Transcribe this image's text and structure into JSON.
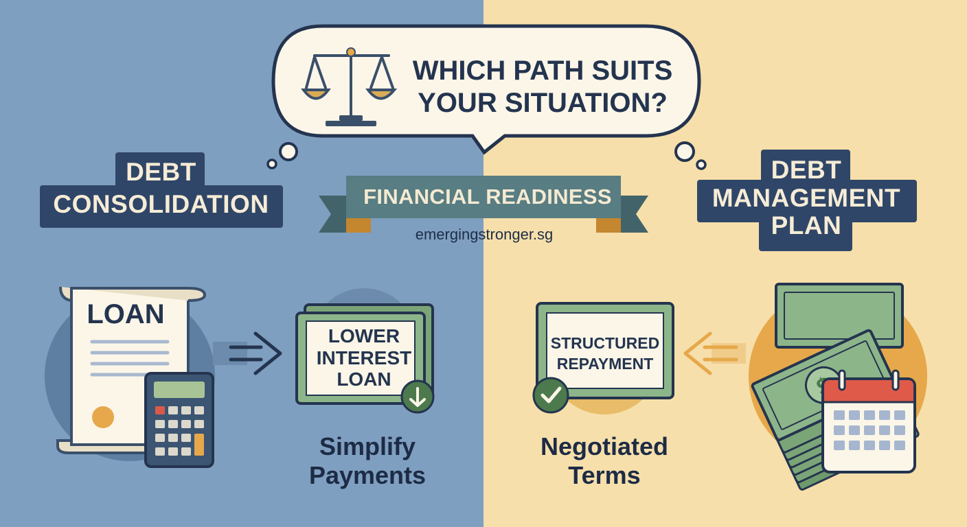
{
  "question": {
    "line1": "WHICH PATH SUITS",
    "line2": "YOUR SITUATION?",
    "icon": "balance-scale-icon"
  },
  "left_option": {
    "line1": "DEBT",
    "line2": "CONSOLIDATION"
  },
  "right_option": {
    "line1": "DEBT",
    "line2": "MANAGEMENT",
    "line3": "PLAN"
  },
  "ribbon": {
    "label": "FINANCIAL READINESS"
  },
  "website": "emergingstronger.sg",
  "left_flow": {
    "document_title": "LOAN",
    "document_icon": "loan-document-icon",
    "calculator_icon": "calculator-icon",
    "arrow_icon": "arrow-right-icon",
    "card_line1": "LOWER",
    "card_line2": "INTEREST",
    "card_line3": "LOAN",
    "badge_icon": "arrow-down-badge-icon",
    "caption_line1": "Simplify",
    "caption_line2": "Payments"
  },
  "right_flow": {
    "card_line1": "STRUCTURED",
    "card_line2": "REPAYMENT",
    "badge_icon": "checkmark-badge-icon",
    "arrow_icon": "arrow-left-icon",
    "money_icon": "cash-stack-icon",
    "calendar_icon": "calendar-icon",
    "caption_line1": "Negotiated",
    "caption_line2": "Terms"
  },
  "colors": {
    "left_bg": "#7f9fc0",
    "right_bg": "#f6dfaa",
    "navy": "#2f4668",
    "teal": "#4f6e73",
    "money_green": "#8db58a",
    "accent_gold": "#e6a84a",
    "cream": "#fbf6e8"
  }
}
